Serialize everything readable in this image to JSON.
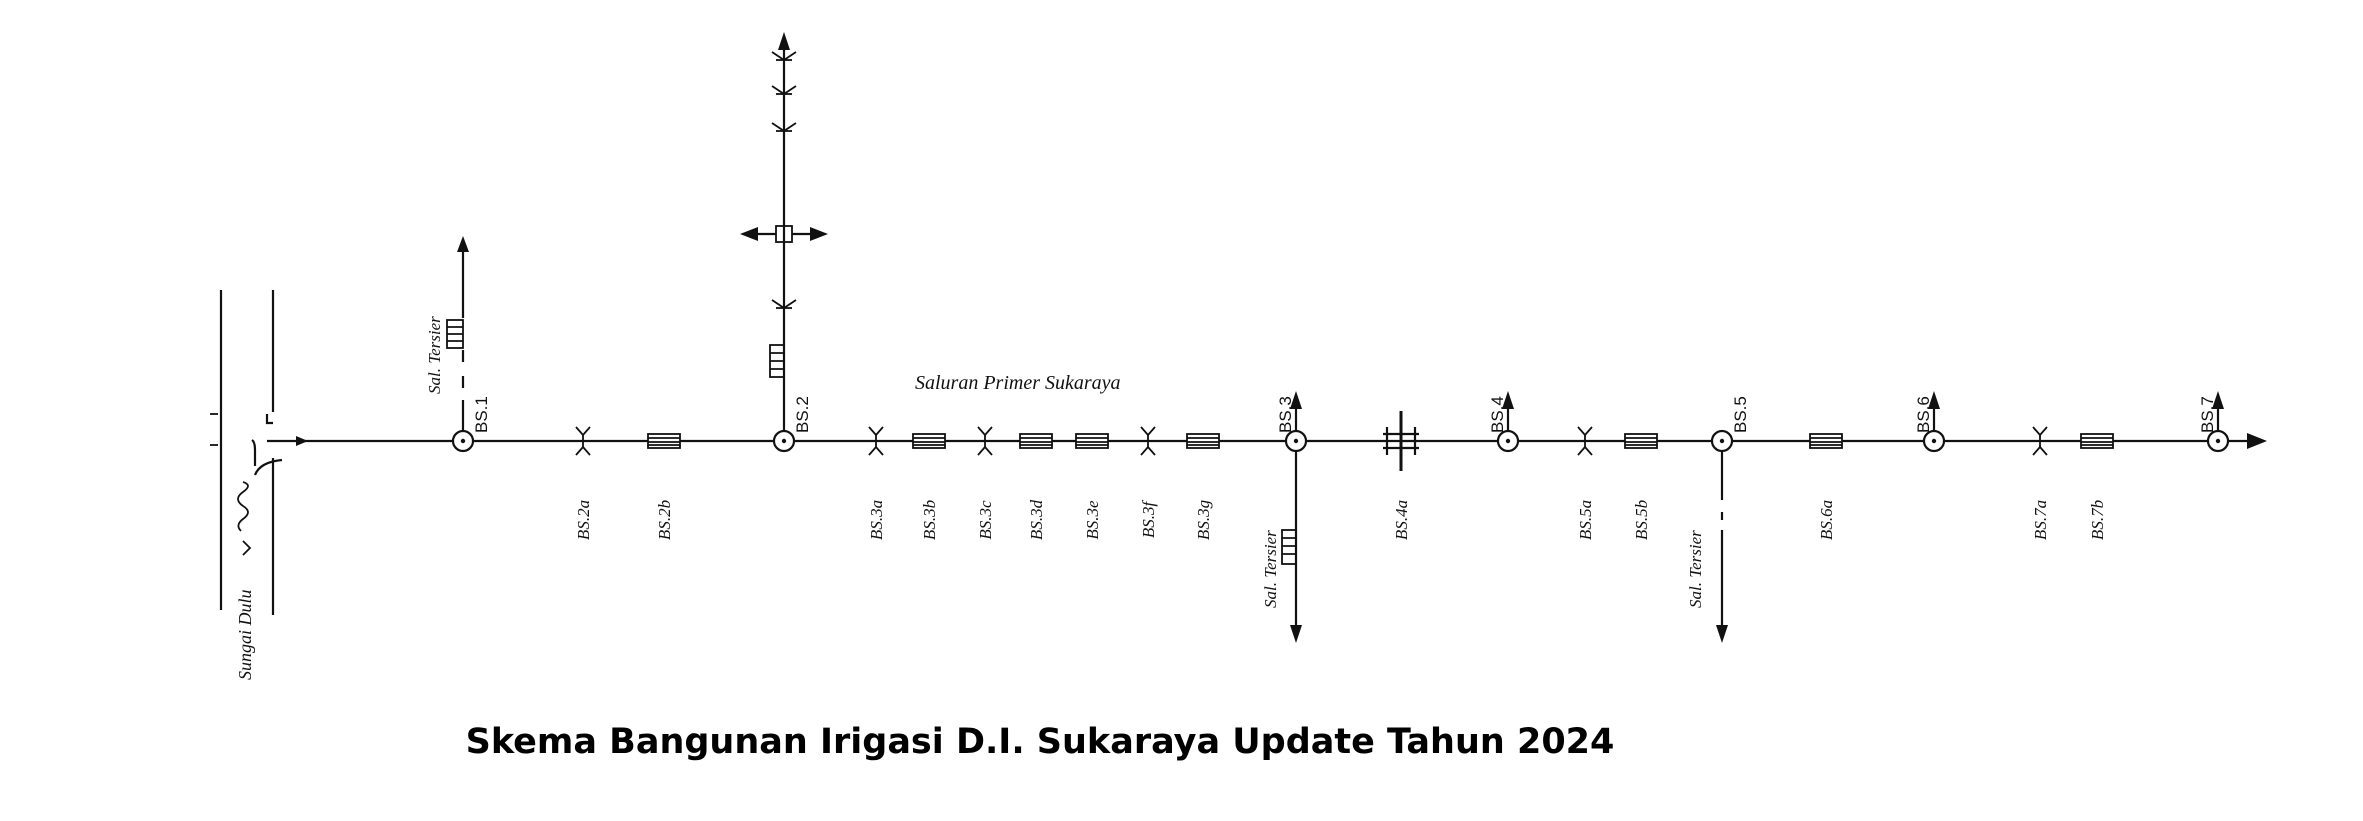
{
  "title": "Skema Bangunan Irigasi D.I. Sukaraya Update Tahun 2024",
  "river": {
    "label": "Sungai Dulu"
  },
  "primary_canal": {
    "label": "Saluran Primer Sukaraya"
  },
  "tertiary_label": "Sal. Tersier",
  "nodes": [
    {
      "id": "BS.1",
      "label": "BS.1"
    },
    {
      "id": "BS.2",
      "label": "BS.2"
    },
    {
      "id": "BS.3",
      "label": "BS.3"
    },
    {
      "id": "BS.4",
      "label": "BS.4"
    },
    {
      "id": "BS.5",
      "label": "BS.5"
    },
    {
      "id": "BS.6",
      "label": "BS.6"
    },
    {
      "id": "BS.7",
      "label": "BS.7"
    }
  ],
  "structures": [
    {
      "label": "BS.2a",
      "kind": "drop"
    },
    {
      "label": "BS.2b",
      "kind": "bridge"
    },
    {
      "label": "BS.3a",
      "kind": "drop"
    },
    {
      "label": "BS.3b",
      "kind": "bridge"
    },
    {
      "label": "BS.3c",
      "kind": "drop"
    },
    {
      "label": "BS.3d",
      "kind": "bridge"
    },
    {
      "label": "BS.3e",
      "kind": "bridge"
    },
    {
      "label": "BS.3f",
      "kind": "drop"
    },
    {
      "label": "BS.3g",
      "kind": "bridge"
    },
    {
      "label": "BS.4a",
      "kind": "gate"
    },
    {
      "label": "BS.5a",
      "kind": "drop"
    },
    {
      "label": "BS.5b",
      "kind": "bridge"
    },
    {
      "label": "BS.6a",
      "kind": "bridge"
    },
    {
      "label": "BS.7a",
      "kind": "drop"
    },
    {
      "label": "BS.7b",
      "kind": "bridge"
    }
  ]
}
